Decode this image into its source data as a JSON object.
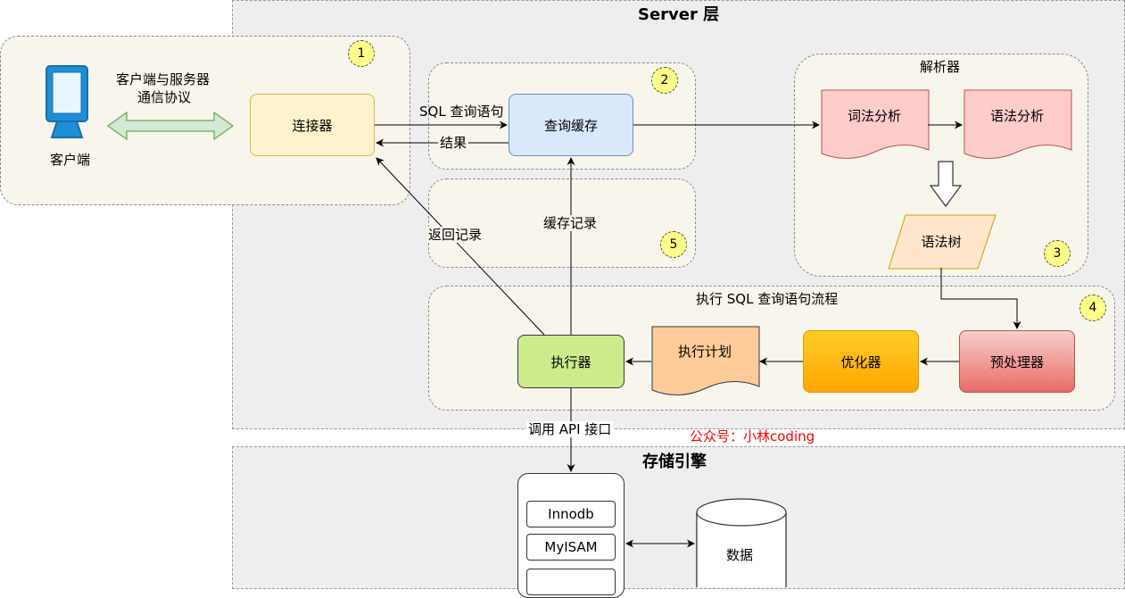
{
  "server_layer": {
    "title": "Server 层"
  },
  "storage_layer": {
    "title": "存储引擎"
  },
  "client": {
    "label": "客户端",
    "icon": "monitor-icon"
  },
  "protocol": {
    "line1": "客户端与服务器",
    "line2": "通信协议"
  },
  "nodes": {
    "connector": "连接器",
    "query_cache": "查询缓存",
    "parser_title": "解析器",
    "lexical": "词法分析",
    "syntax": "语法分析",
    "syntax_tree": "语法树",
    "exec_flow_title": "执行 SQL 查询语句流程",
    "preprocessor": "预处理器",
    "optimizer": "优化器",
    "exec_plan": "执行计划",
    "executor": "执行器"
  },
  "edges": {
    "sql_query": "SQL 查询语句",
    "result": "结果",
    "return_records": "返回记录",
    "cache_records": "缓存记录",
    "call_api": "调用 API 接口"
  },
  "badges": [
    "1",
    "2",
    "3",
    "4",
    "5"
  ],
  "engines": [
    "Innodb",
    "MyISAM"
  ],
  "data_store": "数据",
  "watermark": "公众号：小林coding",
  "colors": {
    "connector_fill": "#fff2cc",
    "cache_fill": "#dae8fc",
    "lexical_fill": "#ffcccc",
    "tree_fill": "#ffe6cc",
    "preprocessor_fill": "#f08080",
    "optimizer_fill": "#ffcd28",
    "plan_fill": "#ffcc99",
    "executor_fill": "#cdeb8b",
    "badge_fill": "#ffff88",
    "protocol_arrow": "#d5e8d4",
    "watermark": "#ff0000"
  }
}
